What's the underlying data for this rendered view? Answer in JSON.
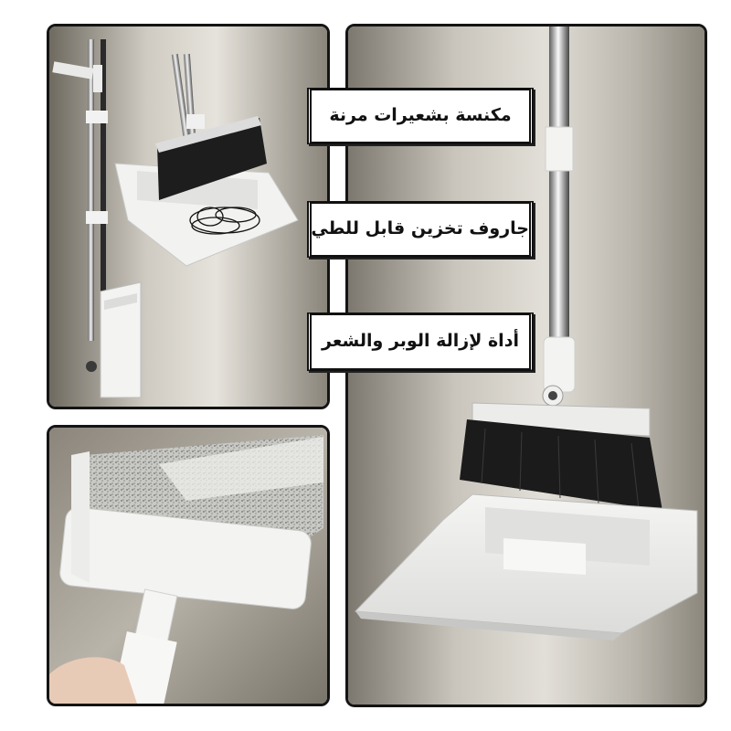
{
  "labels": {
    "flexible_broom": "مكنسة بشعيرات مرنة",
    "foldable_dustpan": "جاروف تخزين قابل للطي",
    "lint_hair_tool": "أداة لإزالة الوبر والشعر"
  },
  "colors": {
    "background": "#ffffff",
    "panel_border": "#141414",
    "label_bg": "#ffffff",
    "label_text": "#111111",
    "backdrop_dark": "#7d786f",
    "backdrop_light": "#d9d5cc",
    "plastic_white": "#f1f1ef",
    "bristle_black": "#1b1b1b"
  },
  "icons": [
    "broom-dustpan-photo",
    "lint-roller-photo",
    "upright-storage-photo"
  ]
}
